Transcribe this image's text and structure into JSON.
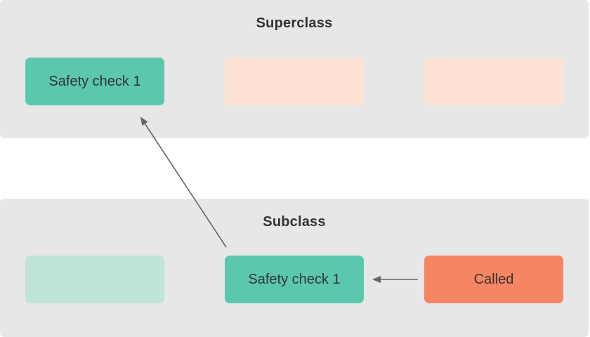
{
  "superclass": {
    "title": "Superclass",
    "boxes": [
      {
        "label": "Safety check 1",
        "color": "#5bc8ae"
      },
      {
        "label": "",
        "color": "#fee2d3"
      },
      {
        "label": "",
        "color": "#fee2d3"
      }
    ]
  },
  "subclass": {
    "title": "Subclass",
    "boxes": [
      {
        "label": "",
        "color": "#bfe4da"
      },
      {
        "label": "Safety check 1",
        "color": "#5bc8ae"
      },
      {
        "label": "Called",
        "color": "#f68563"
      }
    ]
  },
  "colors": {
    "panel_bg": "#e7e7e7",
    "text": "#333333",
    "arrow": "#666666"
  }
}
